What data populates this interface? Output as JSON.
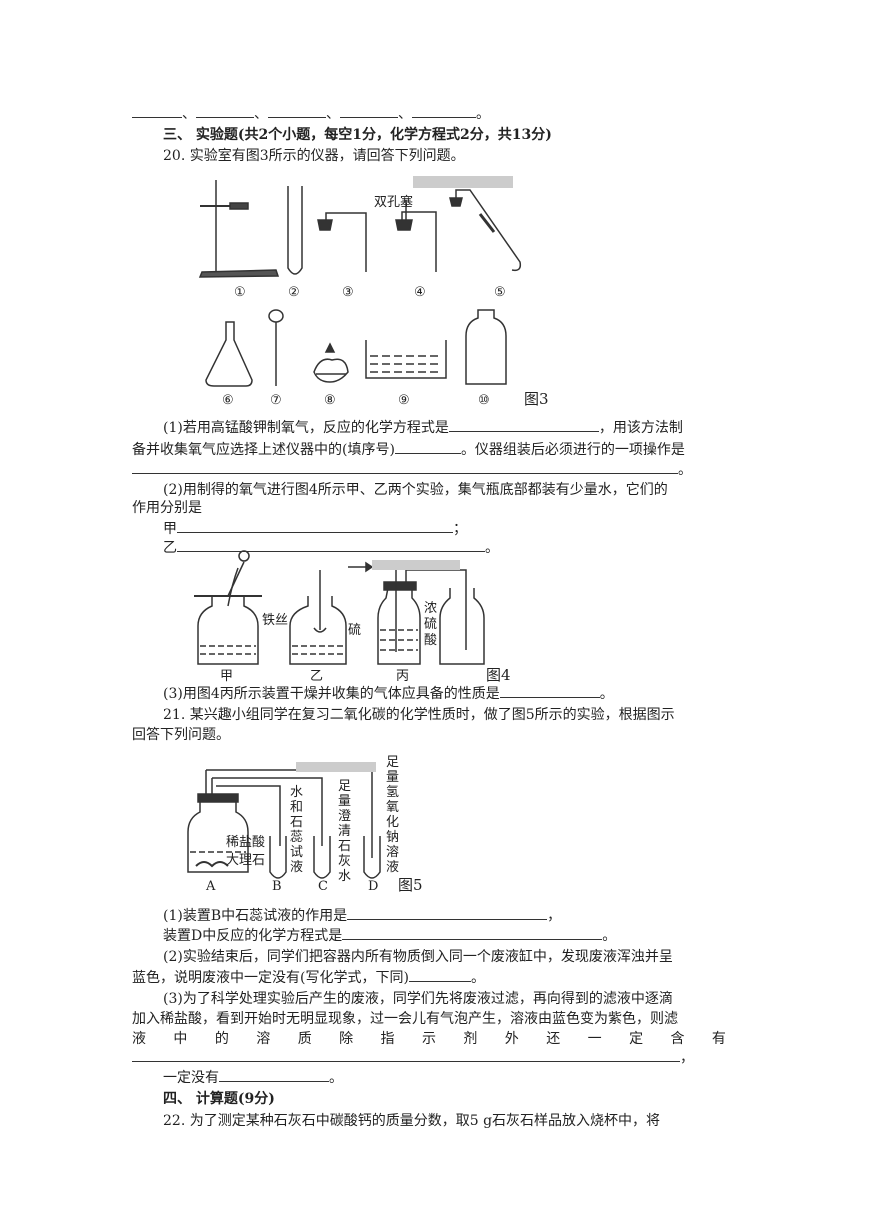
{
  "top_blanks": {
    "sep": "、",
    "end": "。"
  },
  "section3": {
    "title": "三、 实验题(共2个小题，每空1分，化学方程式2分，共13分)"
  },
  "q20": {
    "intro": "20. 实验室有图3所示的仪器，请回答下列问题。",
    "fig3": {
      "double_hole_stopper": "双孔塞",
      "nums": [
        "①",
        "②",
        "③",
        "④",
        "⑤",
        "⑥",
        "⑦",
        "⑧",
        "⑨",
        "⑩"
      ],
      "caption": "图3"
    },
    "p1a": "(1)若用高锰酸钾制氧气，反应的化学方程式是",
    "p1b": "，用该方法制",
    "p1c": "备并收集氧气应选择上述仪器中的(填序号)",
    "p1d": "。仪器组装后必须进行的一项操作是",
    "p1e": "。",
    "p2a": "(2)用制得的氧气进行图4所示甲、乙两个实验，集气瓶底部都装有少量水，它们的",
    "p2b": "作用分别是",
    "p2jia": "甲",
    "p2jia_end": "；",
    "p2yi": "乙",
    "p2yi_end": "。",
    "fig4": {
      "iron_wire": "铁丝",
      "sulfur": "硫",
      "acid": [
        "浓",
        "硫",
        "酸"
      ],
      "jia": "甲",
      "yi": "乙",
      "bing": "丙",
      "caption": "图4"
    },
    "p3a": "(3)用图4丙所示装置干燥并收集的气体应具备的性质是",
    "p3b": "。"
  },
  "q21": {
    "intro1": "21. 某兴趣小组同学在复习二氧化碳的化学性质时，做了图5所示的实验，根据图示",
    "intro2": "回答下列问题。",
    "fig5": {
      "acid": "稀盐酸",
      "marble": "大理石",
      "b_label": [
        "水",
        "和",
        "石",
        "蕊",
        "试",
        "液"
      ],
      "c_label": [
        "足",
        "量",
        "澄",
        "清",
        "石",
        "灰",
        "水"
      ],
      "d_label": [
        "足",
        "量",
        "氢",
        "氧",
        "化",
        "钠",
        "溶",
        "液"
      ],
      "letters": [
        "A",
        "B",
        "C",
        "D"
      ],
      "caption": "图5"
    },
    "p1a": "(1)装置B中石蕊试液的作用是",
    "p1b": "，",
    "p1c": "装置D中反应的化学方程式是",
    "p1d": "。",
    "p2a": "(2)实验结束后，同学们把容器内所有物质倒入同一个废液缸中，发现废液浑浊并呈",
    "p2b": "蓝色，说明废液中一定没有(写化学式，下同)",
    "p2c": "。",
    "p3a": "(3)为了科学处理实验后产生的废液，同学们先将废液过滤，再向得到的滤液中逐滴",
    "p3b": "加入稀盐酸，看到开始时无明显现象，过一会儿有气泡产生，溶液由蓝色变为紫色，则滤",
    "p3c": [
      "液",
      "中",
      "的",
      "溶",
      "质",
      "除",
      "指",
      "示",
      "剂",
      "外",
      "还",
      "一",
      "定",
      "含",
      "有"
    ],
    "p3d": "，",
    "p3e": "一定没有",
    "p3f": "。"
  },
  "section4": {
    "title": "四、 计算题(9分)"
  },
  "q22": {
    "text": "22. 为了测定某种石灰石中碳酸钙的质量分数，取5 g石灰石样品放入烧杯中，将"
  }
}
